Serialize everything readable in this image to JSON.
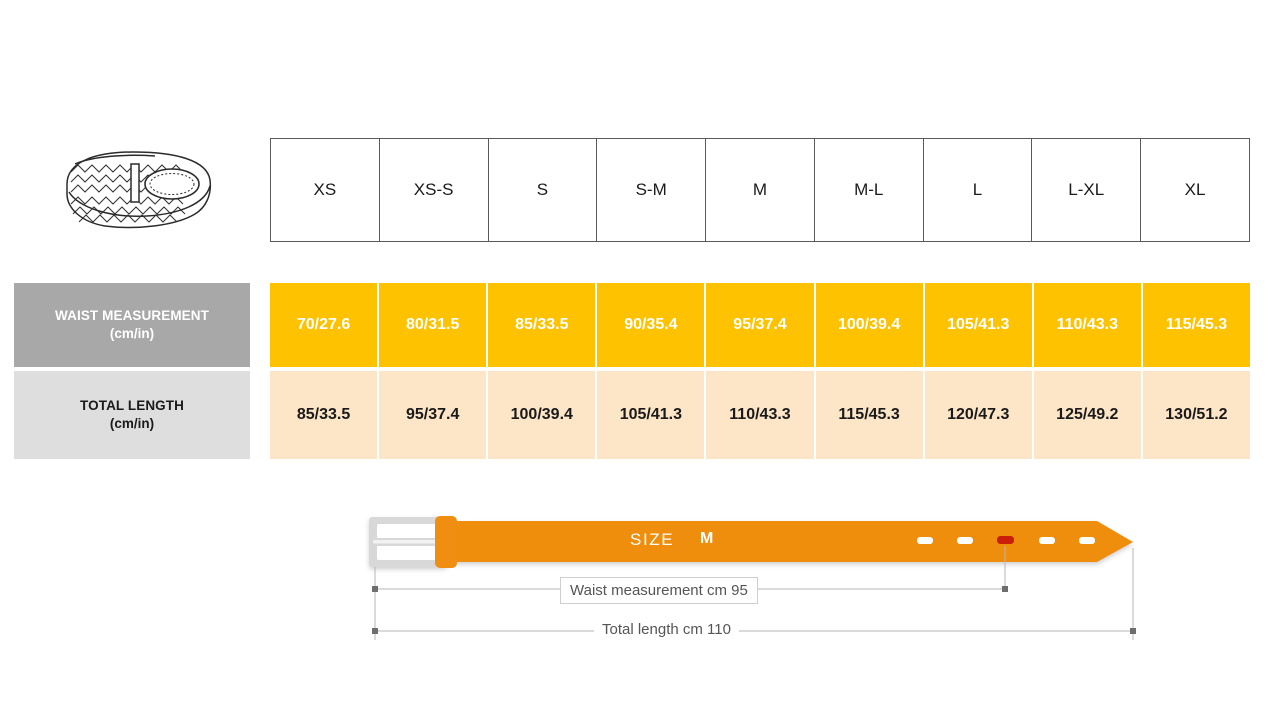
{
  "product_icon": {
    "name": "woven-belt-illustration",
    "alt": "Coiled woven braided belt"
  },
  "table": {
    "sizes": [
      "XS",
      "XS-S",
      "S",
      "S-M",
      "M",
      "M-L",
      "L",
      "L-XL",
      "XL"
    ],
    "rows": [
      {
        "id": "waist",
        "label_main": "WAIST MEASUREMENT",
        "label_sub": "(cm/in)",
        "values": [
          "70/27.6",
          "80/31.5",
          "85/33.5",
          "90/35.4",
          "95/37.4",
          "100/39.4",
          "105/41.3",
          "110/43.3",
          "115/45.3"
        ]
      },
      {
        "id": "length",
        "label_main": "TOTAL LENGTH",
        "label_sub": "(cm/in)",
        "values": [
          "85/33.5",
          "95/37.4",
          "100/39.4",
          "105/41.3",
          "110/43.3",
          "115/45.3",
          "120/47.3",
          "125/49.2",
          "130/51.2"
        ]
      }
    ]
  },
  "diagram": {
    "size_caption": "SIZE",
    "size_value": "M",
    "waist_dimension_label": "Waist measurement cm 95",
    "total_length_label": "Total length cm 110",
    "holes_total": 5,
    "highlighted_hole_index": 2
  },
  "colors": {
    "waist_row_bg": "#ffc200",
    "waist_row_text": "#ffffff",
    "length_row_bg": "#fde5c8",
    "length_row_text": "#1a1a1a",
    "waist_label_bg": "#a8a8a8",
    "length_label_bg": "#dedede",
    "belt_strap": "#ef8e10",
    "buckle": "#d8d8d8",
    "highlight_hole": "#c81e0a",
    "page_bg": "#ffffff"
  }
}
